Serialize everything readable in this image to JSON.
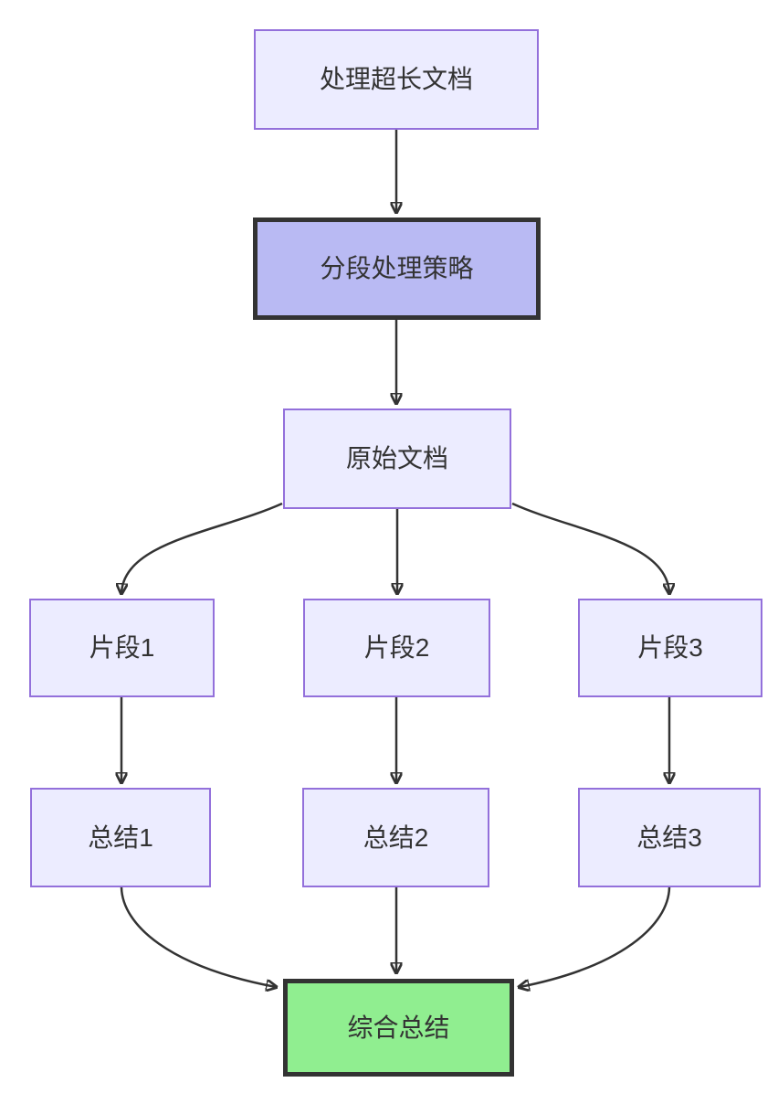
{
  "diagram": {
    "type": "flowchart",
    "direction": "top-down",
    "nodes": [
      {
        "id": "A",
        "label": "处理超长文档",
        "style": "default"
      },
      {
        "id": "B",
        "label": "分段处理策略",
        "style": "emphasis"
      },
      {
        "id": "C",
        "label": "原始文档",
        "style": "default"
      },
      {
        "id": "D1",
        "label": "片段1",
        "style": "default"
      },
      {
        "id": "D2",
        "label": "片段2",
        "style": "default"
      },
      {
        "id": "D3",
        "label": "片段3",
        "style": "default"
      },
      {
        "id": "E1",
        "label": "总结1",
        "style": "default"
      },
      {
        "id": "E2",
        "label": "总结2",
        "style": "default"
      },
      {
        "id": "E3",
        "label": "总结3",
        "style": "default"
      },
      {
        "id": "F",
        "label": "综合总结",
        "style": "success"
      }
    ],
    "edges": [
      {
        "from": "A",
        "to": "B"
      },
      {
        "from": "B",
        "to": "C"
      },
      {
        "from": "C",
        "to": "D1"
      },
      {
        "from": "C",
        "to": "D2"
      },
      {
        "from": "C",
        "to": "D3"
      },
      {
        "from": "D1",
        "to": "E1"
      },
      {
        "from": "D2",
        "to": "E2"
      },
      {
        "from": "D3",
        "to": "E3"
      },
      {
        "from": "E1",
        "to": "F"
      },
      {
        "from": "E2",
        "to": "F"
      },
      {
        "from": "E3",
        "to": "F"
      }
    ],
    "colors": {
      "background": "#FFFFFF",
      "node_fill": "#ECECFF",
      "node_border": "#9370DB",
      "emphasis_fill": "#B9BAF3",
      "success_fill": "#90EE90",
      "strong_border": "#333333",
      "edge": "#333333",
      "text": "#333333"
    }
  }
}
